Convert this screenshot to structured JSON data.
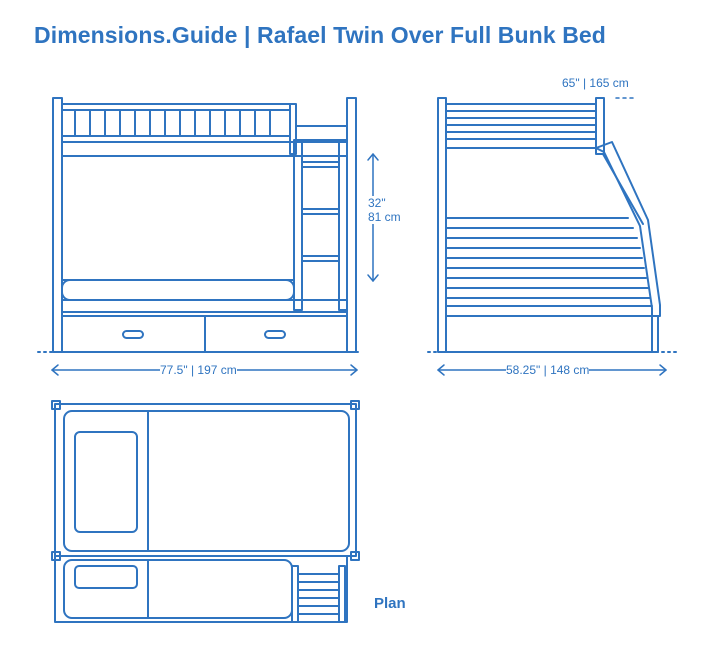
{
  "header": {
    "title": "Dimensions.Guide | Rafael Twin Over Full Bunk Bed"
  },
  "front_view": {
    "width_label": "77.5\" | 197 cm",
    "ladder_height_label_in": "32\"",
    "ladder_height_label_cm": "81 cm"
  },
  "side_view": {
    "depth_label": "58.25\" | 148 cm",
    "height_label": "65\" | 165 cm"
  },
  "plan_view": {
    "label": "Plan"
  },
  "colors": {
    "line": "#2f74c0",
    "fill": "#ffffff"
  }
}
